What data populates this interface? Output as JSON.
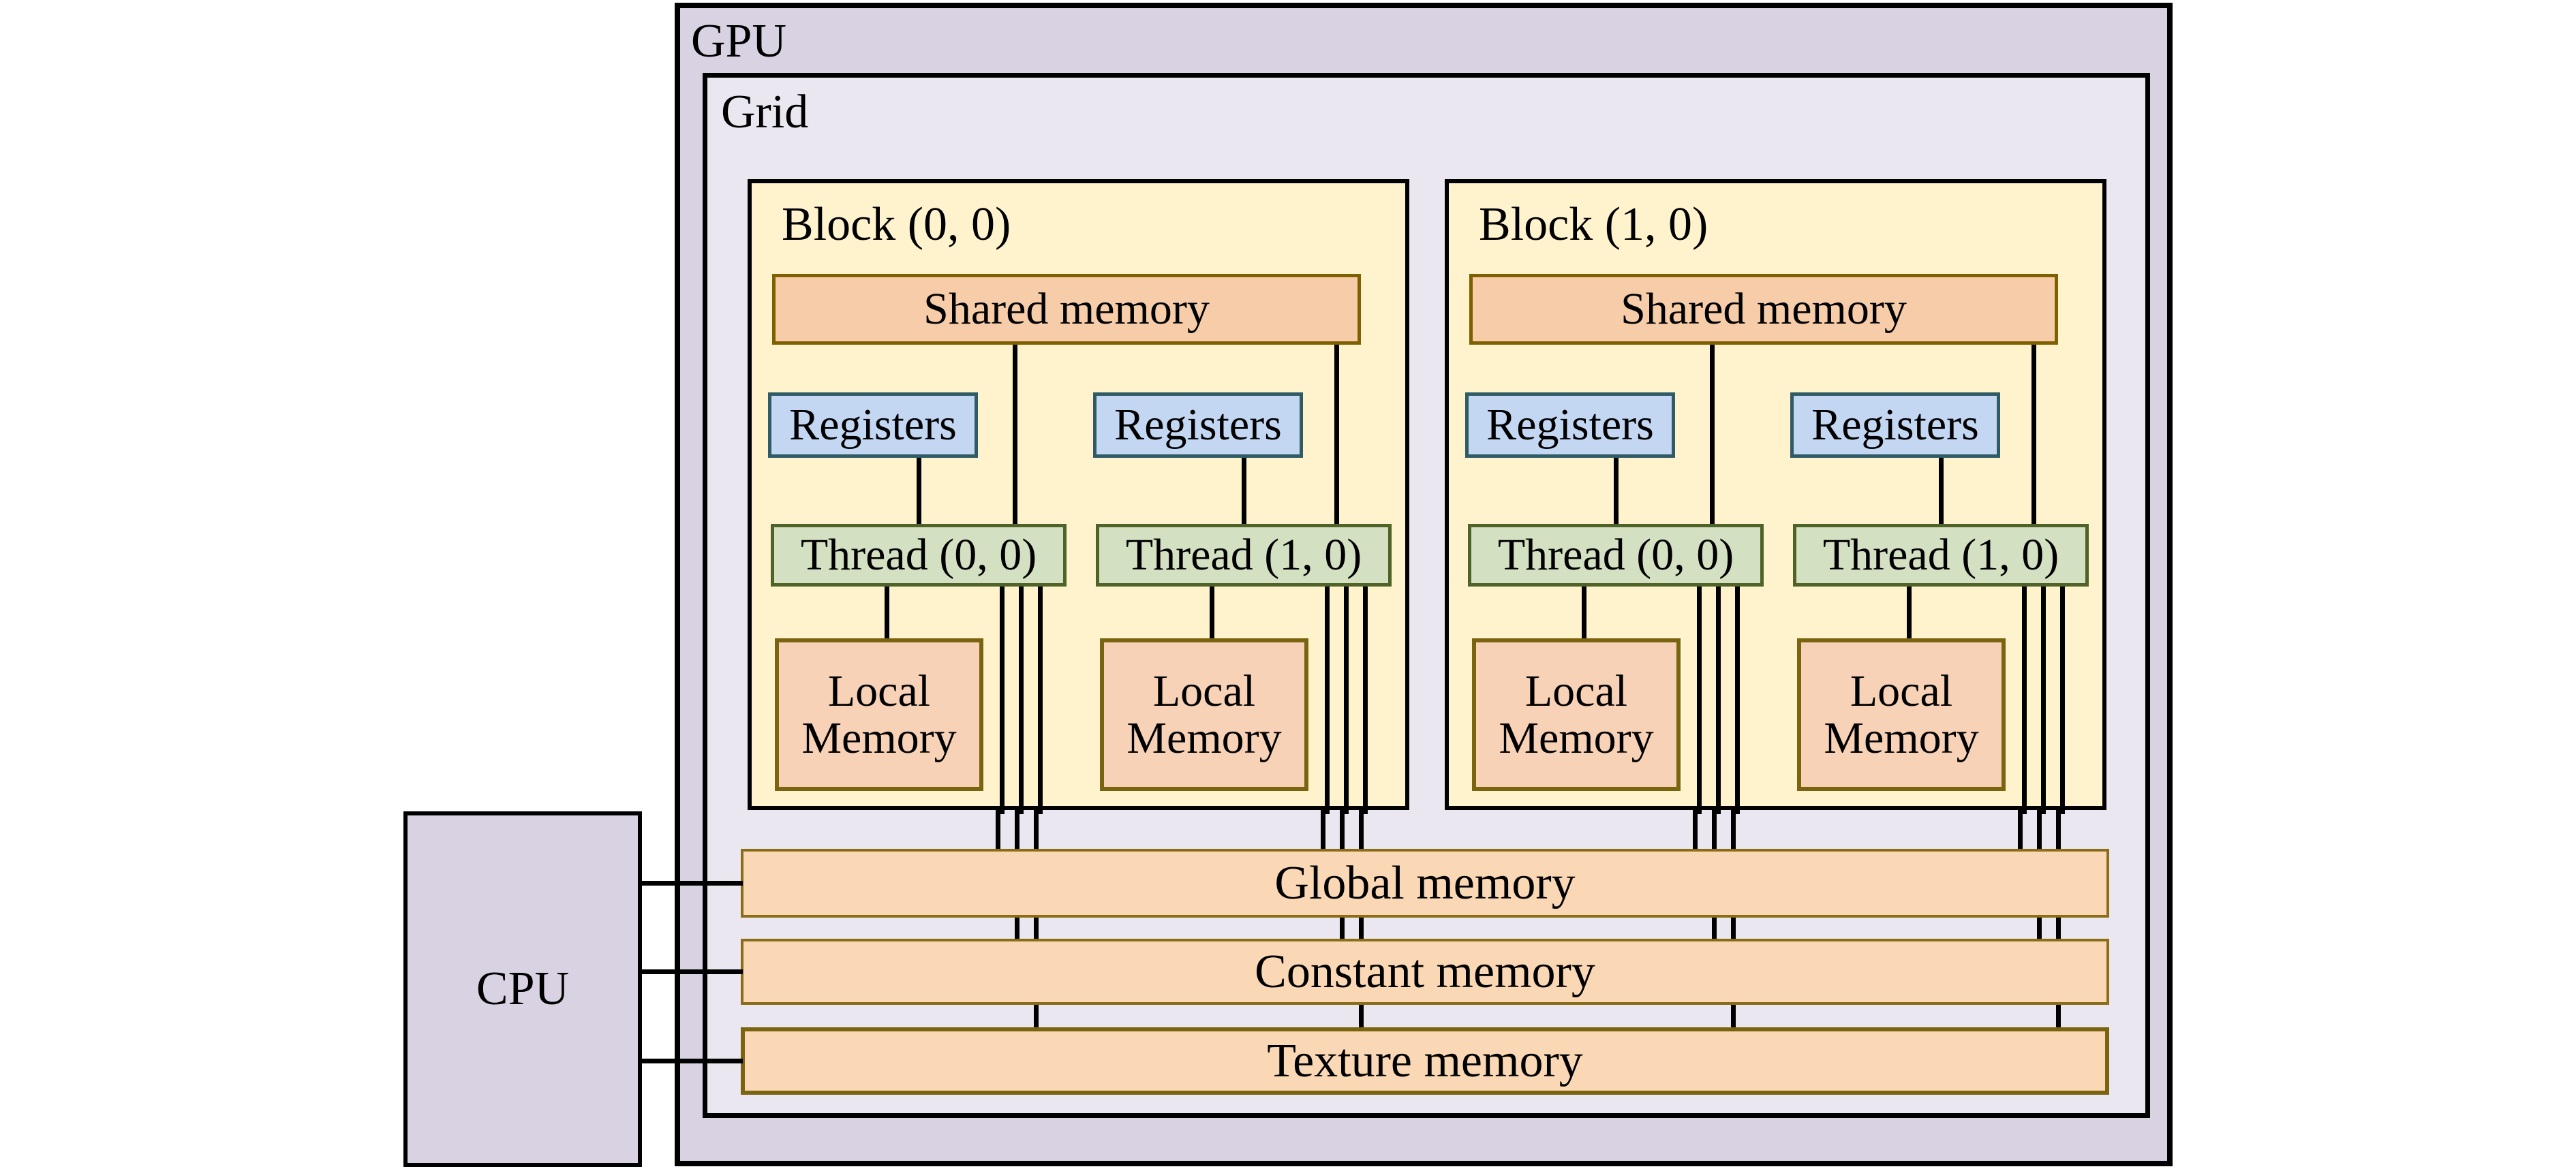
{
  "diagram": {
    "title": "GPU memory hierarchy diagram",
    "gpu_label": "GPU",
    "grid_label": "Grid",
    "cpu_label": "CPU",
    "blocks": [
      {
        "label": "Block (0, 0)",
        "shared_label": "Shared memory",
        "threads": [
          {
            "registers_label": "Registers",
            "label": "Thread (0, 0)",
            "local_lines": [
              "Local",
              "Memory"
            ]
          },
          {
            "registers_label": "Registers",
            "label": "Thread (1, 0)",
            "local_lines": [
              "Local",
              "Memory"
            ]
          }
        ]
      },
      {
        "label": "Block (1, 0)",
        "shared_label": "Shared memory",
        "threads": [
          {
            "registers_label": "Registers",
            "label": "Thread (0, 0)",
            "local_lines": [
              "Local",
              "Memory"
            ]
          },
          {
            "registers_label": "Registers",
            "label": "Thread (1, 0)",
            "local_lines": [
              "Local",
              "Memory"
            ]
          }
        ]
      }
    ],
    "memories": [
      {
        "label": "Global memory"
      },
      {
        "label": "Constant memory"
      },
      {
        "label": "Texture memory"
      }
    ],
    "colors": {
      "canvas_bg": "#ffffff",
      "gpu_fill": "#d9d2e2",
      "grid_fill": "#eae7f1",
      "cpu_fill": "#d9d2e2",
      "block_fill": "#fff3cd",
      "shared_local_fill": "#f7cda9",
      "local_fill": "#f7d2b6",
      "bar_fill": "#fad8b5",
      "olive_border": "#7f6000",
      "bar_border": "#8b6d17",
      "registers_fill": "#c3d7f3",
      "registers_border": "#2f5b66",
      "thread_fill": "#d4e0c2",
      "thread_border": "#4f6228",
      "outline_border": "#000000",
      "line_color": "#000000"
    }
  }
}
